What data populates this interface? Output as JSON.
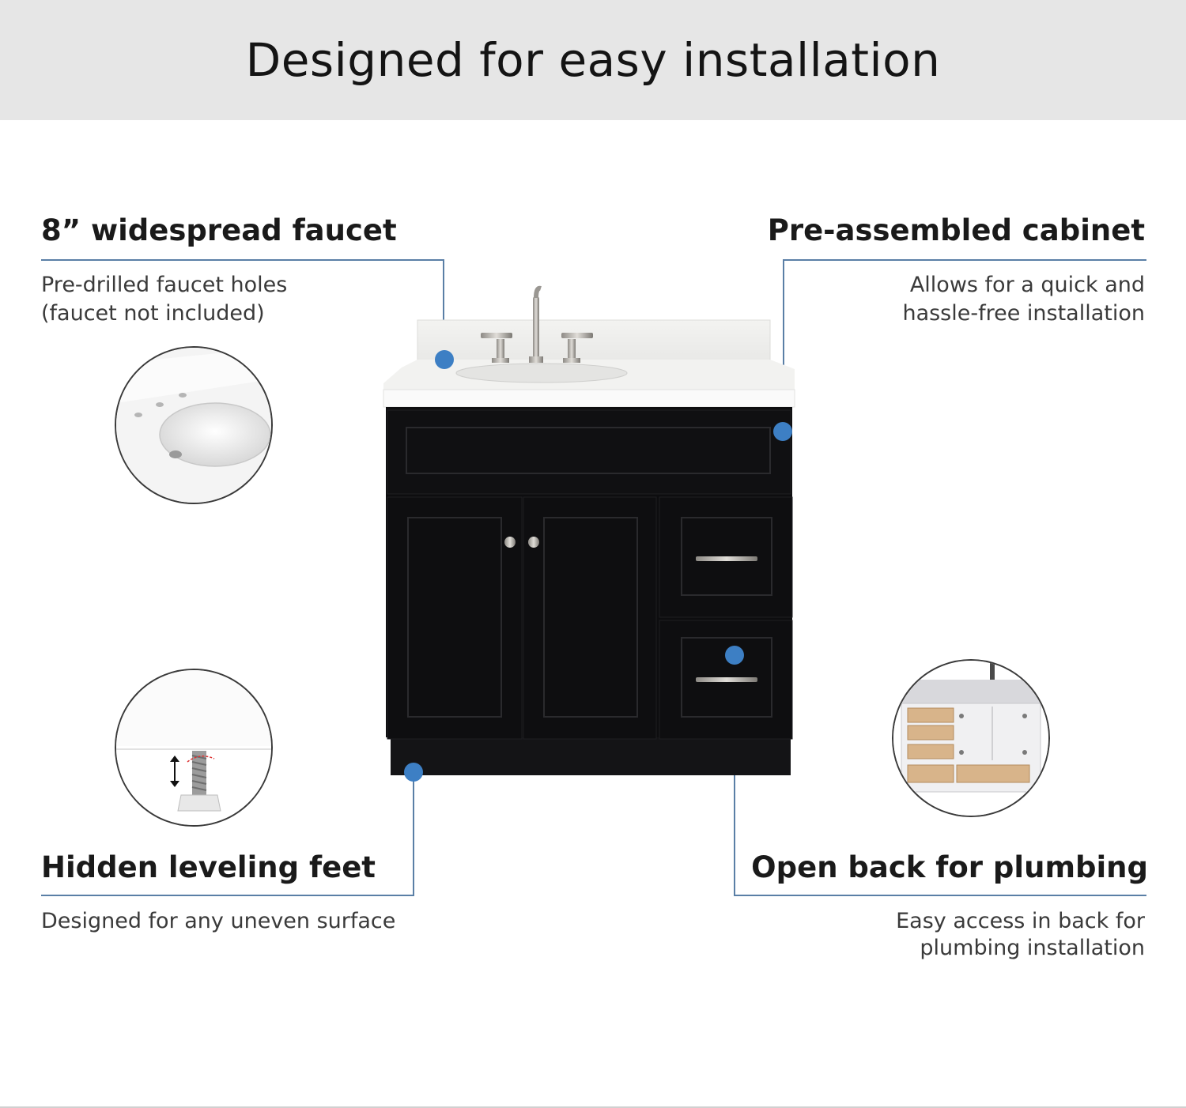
{
  "banner": {
    "title": "Designed for easy installation"
  },
  "features": {
    "faucet": {
      "title": "8” widespread faucet",
      "desc1": "Pre-drilled faucet holes",
      "desc2": "(faucet not included)"
    },
    "cabinet": {
      "title": "Pre-assembled cabinet",
      "desc1": "Allows for  a quick and",
      "desc2": "hassle-free installation"
    },
    "feet": {
      "title": "Hidden leveling feet",
      "desc1": "Designed for any uneven surface"
    },
    "plumbing": {
      "title": "Open back for plumbing",
      "desc1": "Easy access in back for",
      "desc2": "plumbing installation"
    }
  },
  "colors": {
    "accent_dot": "#3d7fc4",
    "leader_line": "#5a7fa6",
    "banner_bg": "#e6e6e6",
    "cabinet": "#0d0d0f"
  }
}
